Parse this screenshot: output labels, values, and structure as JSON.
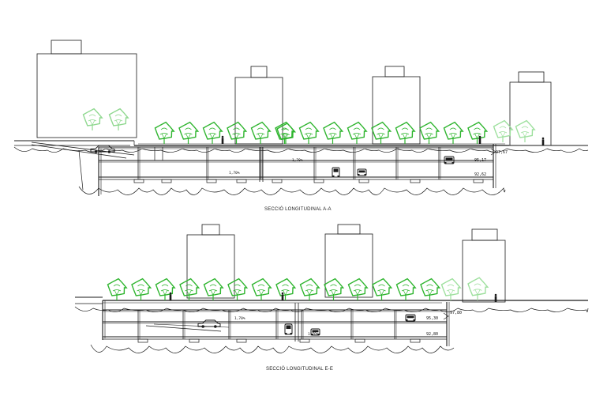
{
  "colors": {
    "line": "#1a1a1a",
    "tree_green": "#2fb52f",
    "tree_light": "#8fd88f",
    "street_tree": "#9ee09e",
    "background": "#ffffff"
  },
  "section_a": {
    "caption": "SECCIÓ LONGITUDINAL A-A",
    "slope_1": "1,70%",
    "slope_2": "1,70%",
    "level_top": "97,67",
    "level_mid": "95,17",
    "level_bottom": "92,62"
  },
  "section_b": {
    "caption": "SECCIÓ LONGITUDINAL E-E",
    "slope_1": "1,70%",
    "slope_2": "1,70%",
    "level_top": "97,80",
    "level_mid": "95,30",
    "level_bottom": "92,80"
  },
  "icons": [
    "tree-icon",
    "car-icon",
    "person-icon",
    "building-icon"
  ]
}
